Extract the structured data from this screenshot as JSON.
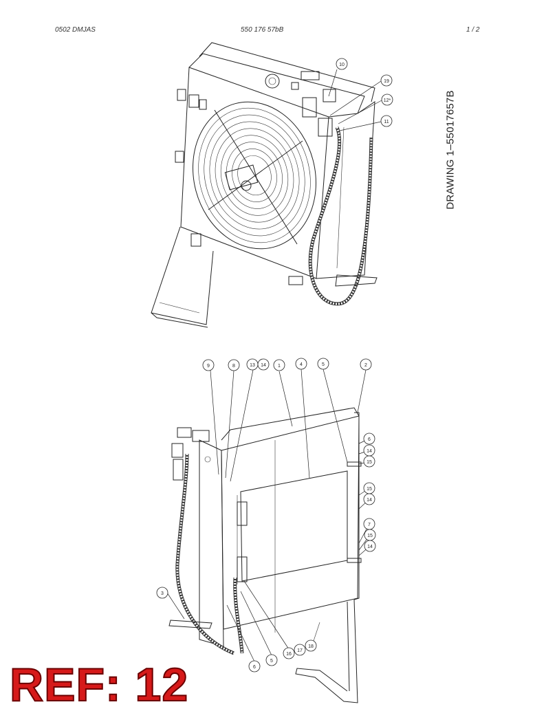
{
  "header": {
    "left": "0502 DMJAS",
    "center": "550 176 57bB",
    "right": "1 /   2"
  },
  "drawing_title": "DRAWING 1–55017657B",
  "reference_label": "REF: 12",
  "callouts_top": [
    "10",
    "19",
    "12*",
    "11"
  ],
  "callouts_bottom": [
    "9",
    "8",
    "13",
    "14",
    "1",
    "4",
    "5",
    "2",
    "6",
    "14",
    "15",
    "15",
    "14",
    "7",
    "15",
    "14",
    "3",
    "6",
    "5",
    "16",
    "17",
    "18"
  ]
}
